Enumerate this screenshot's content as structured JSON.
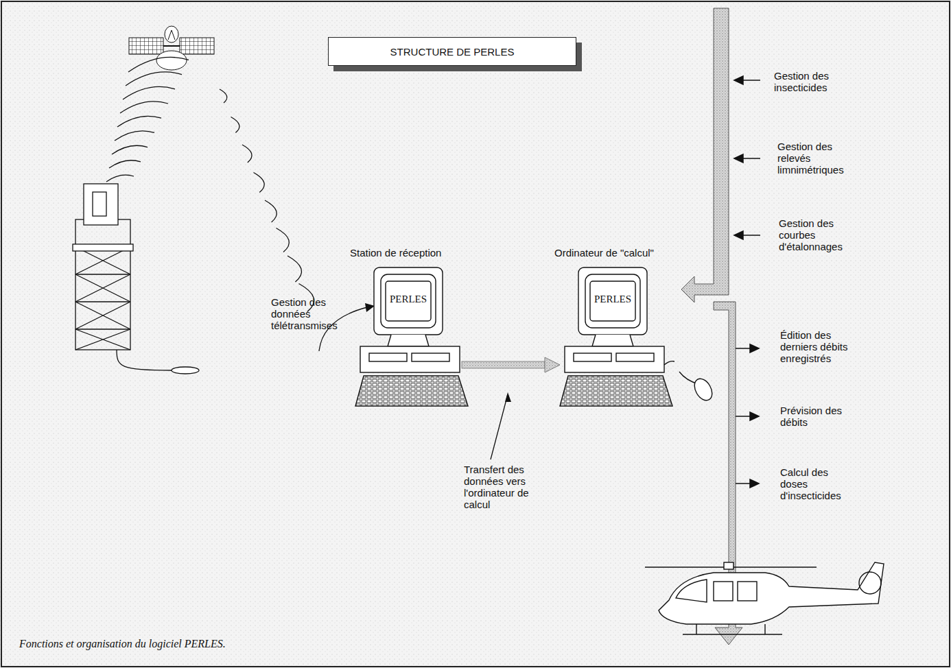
{
  "diagram": {
    "title": "STRUCTURE DE PERLES",
    "caption": "Fonctions et organisation du logiciel PERLES.",
    "nodes": [
      {
        "text": [
          "Station de réception",
          "PERLES"
        ]
      },
      {
        "text": [
          "Ordinateur de \"calcul\"",
          "PERLES"
        ]
      }
    ],
    "edges": [
      {
        "from": 0,
        "to": 1,
        "arrow": "to",
        "label": "Transfert des données vers l'ordinateur de calcul"
      }
    ],
    "labels": [
      "Gestion des données télétransmises",
      "Gestion des insecticides",
      "Gestion des relevés limnimétriques",
      "Gestion des courbes d'étalonnages",
      "Édition des derniers débits enregistrés",
      "Prévision des débits",
      "Calcul des doses d'insecticides"
    ]
  }
}
